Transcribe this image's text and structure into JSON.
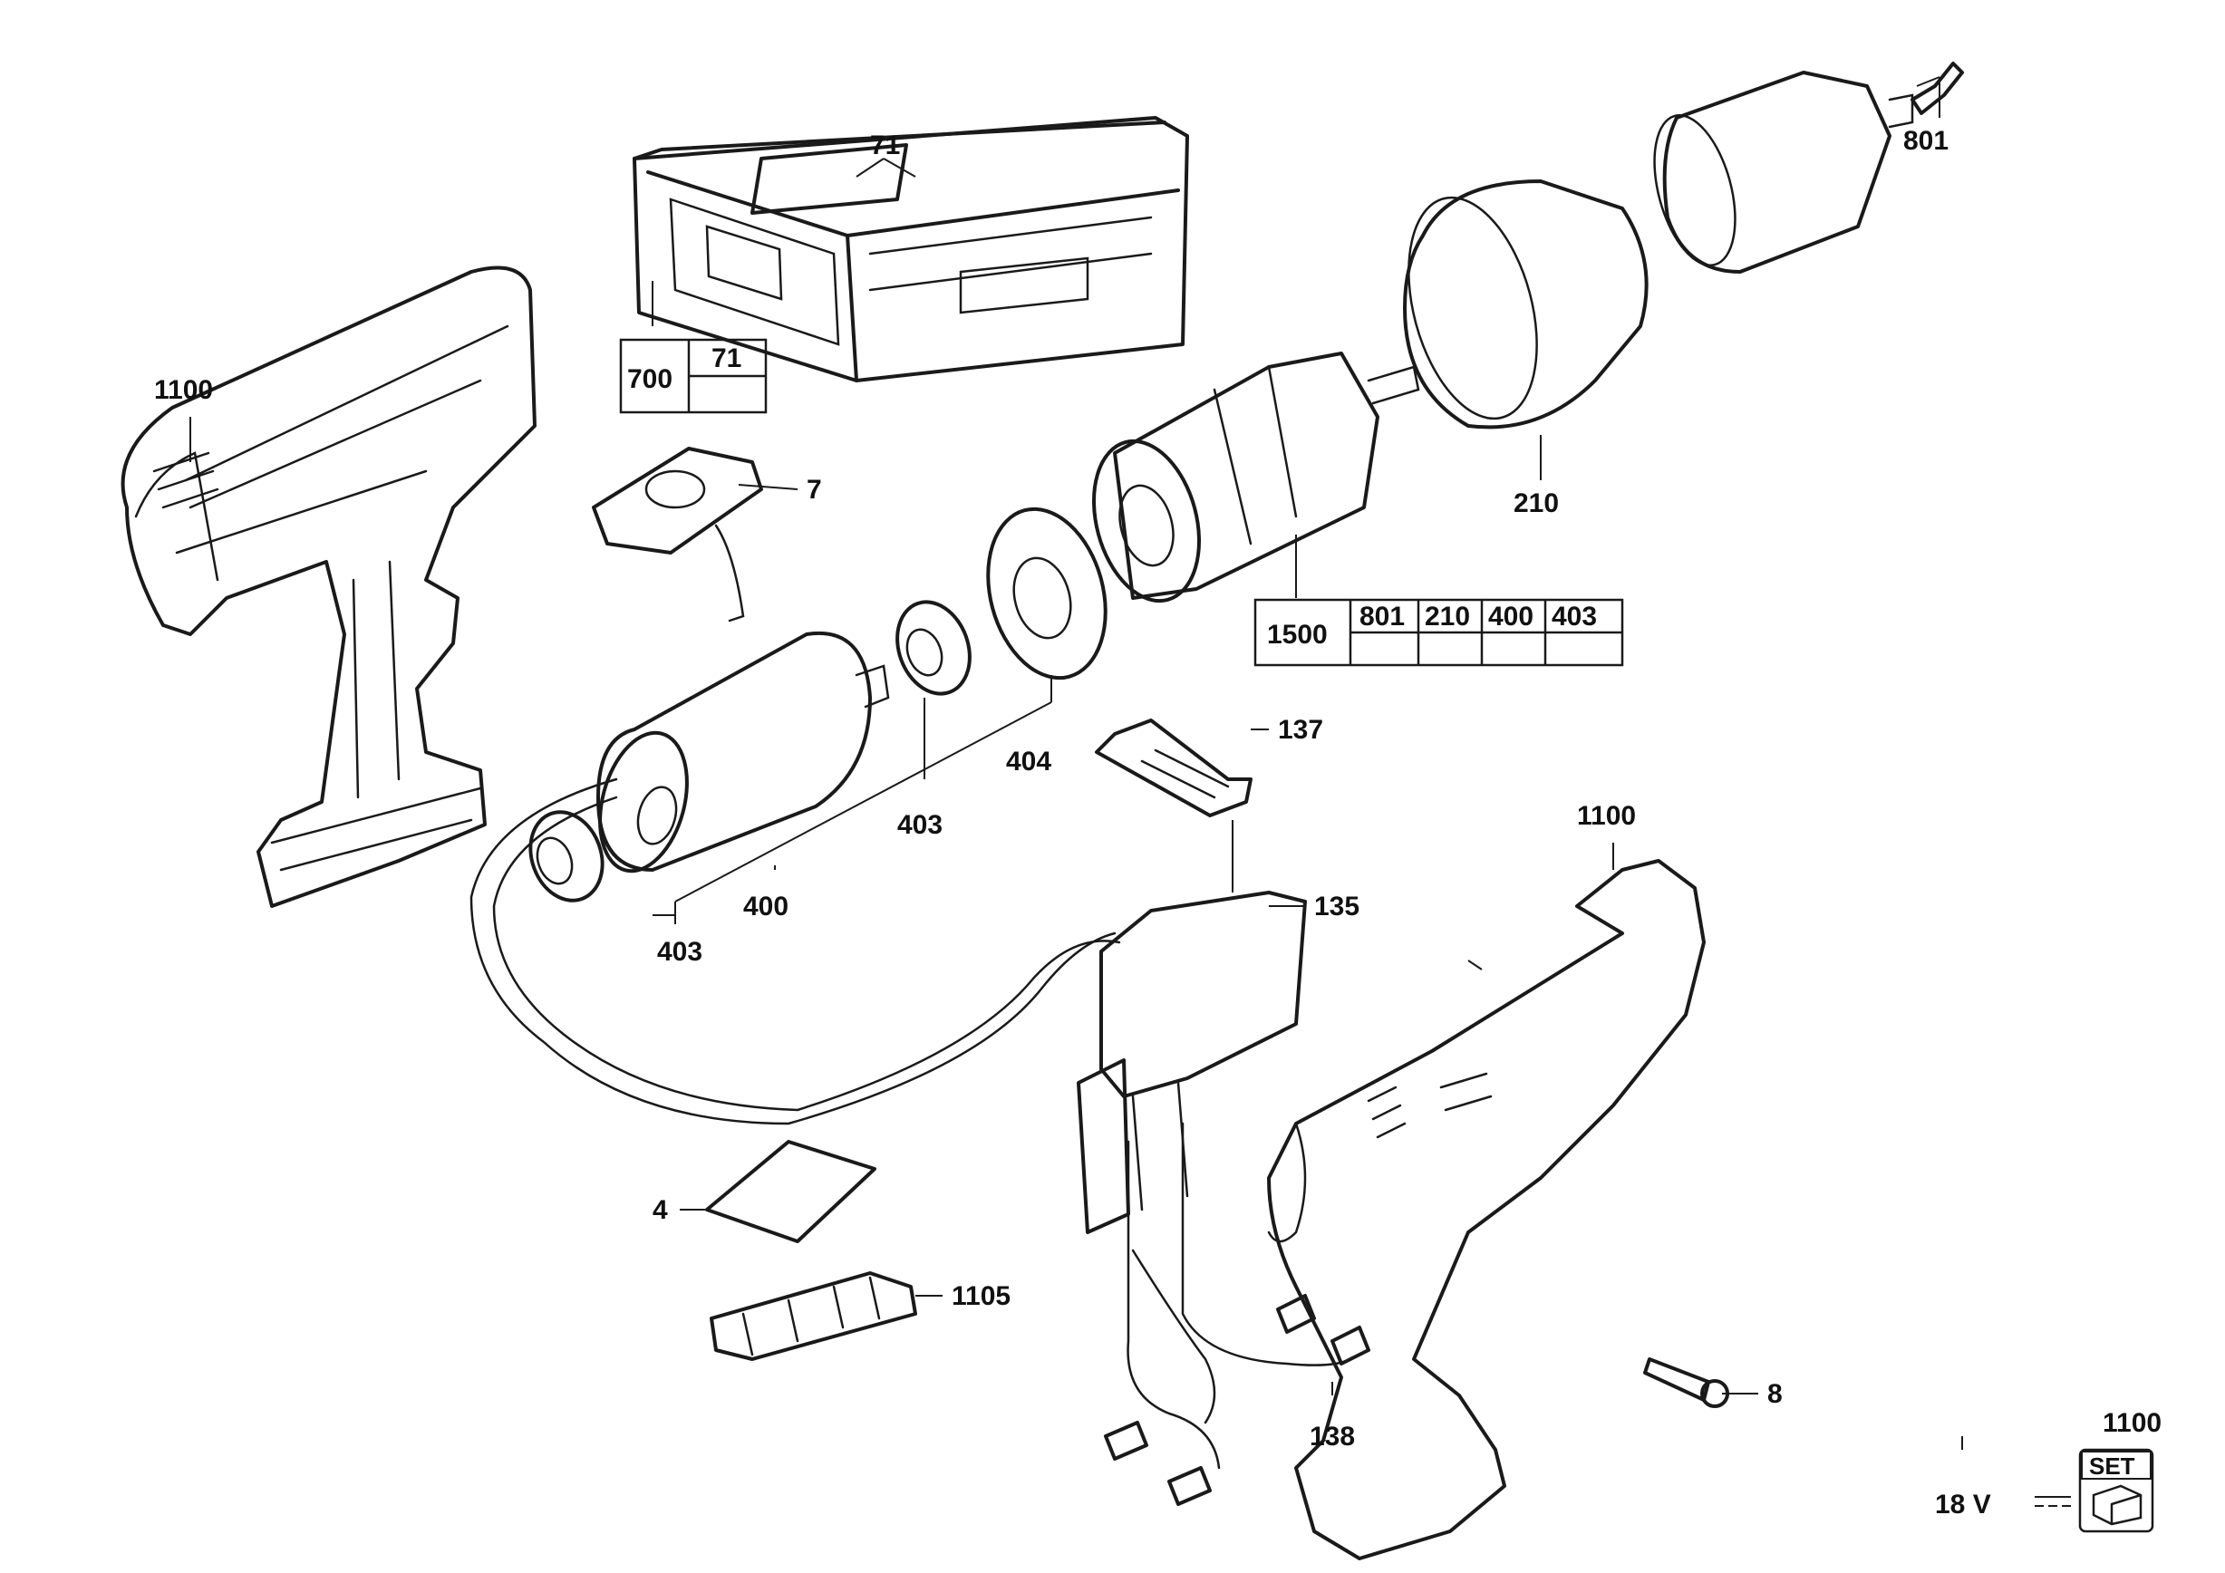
{
  "labels": {
    "p801": "801",
    "p71": "71",
    "p1100_top": "1100",
    "p7": "7",
    "p210": "210",
    "p137": "137",
    "p404": "404",
    "p403_a": "403",
    "p400": "400",
    "p403_b": "403",
    "p1100_mid": "1100",
    "p135": "135",
    "p4": "4",
    "p1105": "1105",
    "p8": "8",
    "p138": "138",
    "p1100_set": "1100",
    "voltage": "18 V",
    "set_badge": "SET"
  },
  "table_case": {
    "main": "700",
    "items": [
      "71"
    ]
  },
  "table_gearbox": {
    "main": "1500",
    "items": [
      "801",
      "210",
      "400",
      "403"
    ]
  }
}
